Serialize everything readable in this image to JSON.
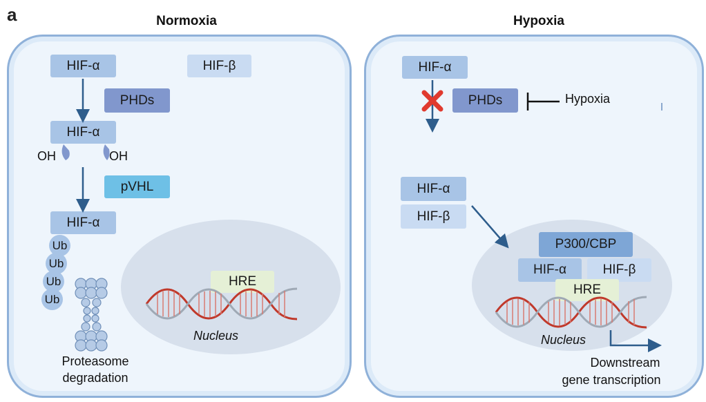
{
  "panel_letter": "a",
  "normoxia": {
    "title": "Normoxia",
    "hif_alpha": "HIF-α",
    "hif_beta": "HIF-β",
    "phds": "PHDs",
    "hif_alpha_2": "HIF-α",
    "oh_left": "OH",
    "oh_right": "OH",
    "pvhl": "pVHL",
    "hif_alpha_3": "HIF-α",
    "ub_labels": [
      "Ub",
      "Ub",
      "Ub",
      "Ub"
    ],
    "proteasome_line1": "Proteasome",
    "proteasome_line2": "degradation",
    "hre": "HRE",
    "nucleus": "Nucleus"
  },
  "hypoxia": {
    "title": "Hypoxia",
    "hif_alpha": "HIF-α",
    "phds": "PHDs",
    "inhibitor": "Hypoxia",
    "hif_alpha_2": "HIF-α",
    "hif_beta_2": "HIF-β",
    "p300": "P300/CBP",
    "hif_alpha_nuc": "HIF-α",
    "hif_beta_nuc": "HIF-β",
    "hre": "HRE",
    "nucleus": "Nucleus",
    "downstream_line1": "Downstream",
    "downstream_line2": "gene transcription"
  },
  "colors": {
    "arrow": "#2e5d8c",
    "block_mark": "#e03a2f",
    "dna_strand": "#c0392b"
  }
}
